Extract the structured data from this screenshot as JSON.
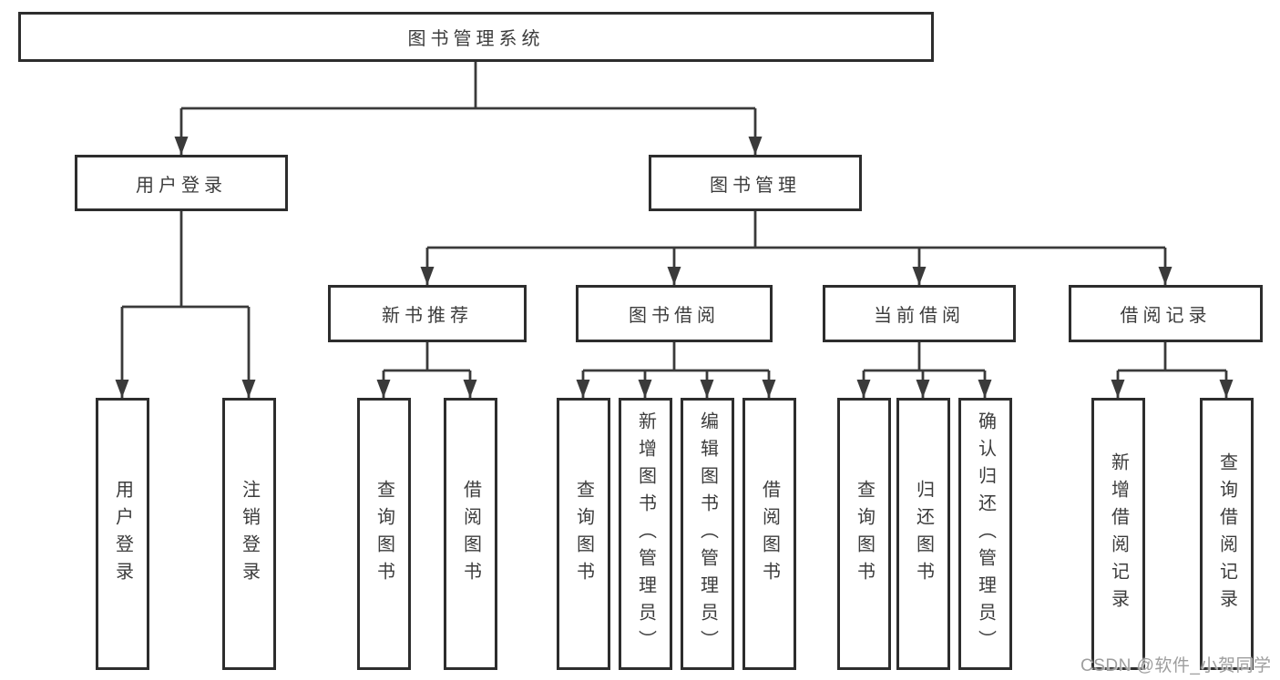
{
  "colors": {
    "background": "#ffffff",
    "line": "#3a3a3a",
    "box_border": "#2d2d2d",
    "text": "#3c3c3c",
    "watermark": "#9e9e9e"
  },
  "tree": {
    "root": "图书管理系统",
    "children": [
      {
        "label": "用户登录",
        "children": [
          "用户登录",
          "注销登录"
        ]
      },
      {
        "label": "图书管理",
        "children": [
          {
            "label": "新书推荐",
            "children": [
              "查询图书",
              "借阅图书"
            ]
          },
          {
            "label": "图书借阅",
            "children": [
              "查询图书",
              "新增图书（管理员）",
              "编辑图书（管理员）",
              "借阅图书"
            ]
          },
          {
            "label": "当前借阅",
            "children": [
              "查询图书",
              "归还图书",
              "确认归还（管理员）"
            ]
          },
          {
            "label": "借阅记录",
            "children": [
              "新增借阅记录",
              "查询借阅记录"
            ]
          }
        ]
      }
    ]
  },
  "watermark": {
    "text": "CSDN @软件_小贺同学"
  }
}
